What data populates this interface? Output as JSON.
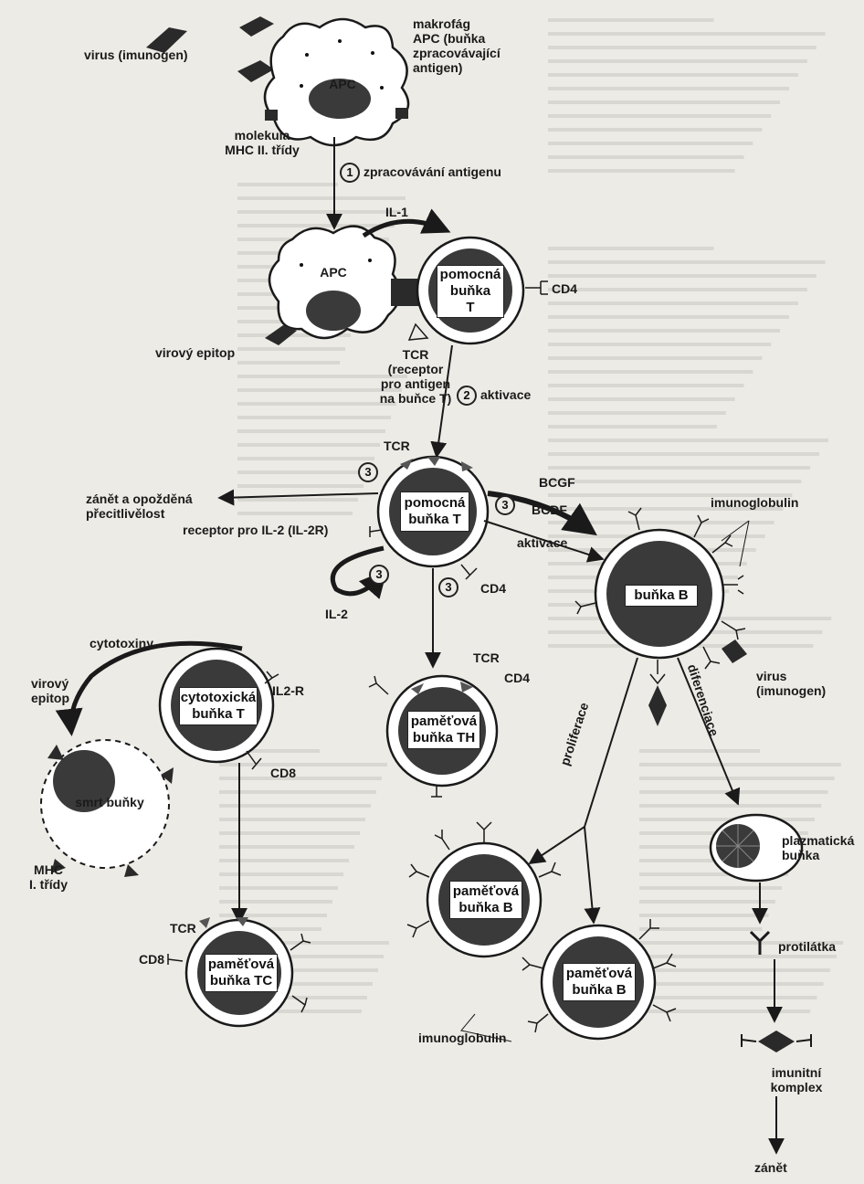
{
  "diagram": {
    "apc_top": {
      "name": "APC"
    },
    "makrofag_label": "makrofág\nAPC (buňka\nzpracovávající\nantigen)",
    "virus_imunogen_top": "virus (imunogen)",
    "mhc2_label": "molekula\nMHC II. třídy",
    "step1": {
      "num": "1",
      "text": "zpracovávání antigenu"
    },
    "il1": "IL-1",
    "apc_second": {
      "name": "APC"
    },
    "helper_t1": {
      "name": "pomocná\nbuňka\nT"
    },
    "cd4_a": "CD4",
    "virovy_epitop_a": "virový epitop",
    "tcr_label": "TCR\n(receptor\npro antigen\nna buňce T)",
    "step2": {
      "num": "2",
      "text": "aktivace"
    },
    "tcr_b": "TCR",
    "step3": "3",
    "zanet_label": "zánět a opožděná\npřecitlivělost",
    "helper_t2": {
      "name": "pomocná\nbuňka T"
    },
    "il2r_label": "receptor pro IL-2 (IL-2R)",
    "bcgf": "BCGF",
    "bcdf": "BCDF",
    "aktivace_b": "aktivace",
    "imunoglobulin_top": "imunoglobulin",
    "b_cell": {
      "name": "buňka B"
    },
    "cd4_b": "CD4",
    "il2": "IL-2",
    "virus_imunogen_b": "virus\n(imunogen)",
    "cytotoxiny": "cytotoxiny",
    "virovy_epitop_b": "virový\nepitop",
    "cytotoxic_t": {
      "name": "cytotoxická\nbuňka T"
    },
    "il2r_b": "IL2-R",
    "tcr_c": "TCR",
    "cd4_c": "CD4",
    "memory_th": {
      "name": "paměťová\nbuňka TH"
    },
    "proliferace": "proliferace",
    "diferenciace": "diferenciace",
    "cd8_a": "CD8",
    "dead_cell": {
      "name": "smrt buňky"
    },
    "mhc1_label": "MHC\nI. třídy",
    "plasma_cell": {
      "name": "plazmatická\nbuňka"
    },
    "tcr_d": "TCR",
    "cd8_b": "CD8",
    "memory_tc": {
      "name": "paměťová\nbuňka TC"
    },
    "memory_b1": {
      "name": "paměťová\nbuňka B"
    },
    "memory_b2": {
      "name": "paměťová\nbuňka B"
    },
    "protilatka": "protilátka",
    "imunoglobulin_bottom": "imunoglobulin",
    "imunitni_komplex": "imunitní\nkomplex",
    "zanet_final": "zánět"
  }
}
